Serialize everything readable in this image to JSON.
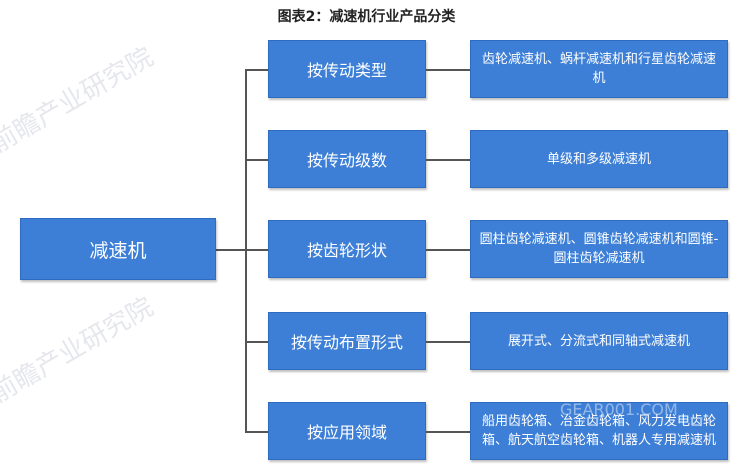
{
  "title": "图表2：减速机行业产品分类",
  "root": "减速机",
  "categories": [
    {
      "label": "按传动类型",
      "detail": "齿轮减速机、蜗杆减速机和行星齿轮减速机"
    },
    {
      "label": "按传动级数",
      "detail": "单级和多级减速机"
    },
    {
      "label": "按齿轮形状",
      "detail": "圆柱齿轮减速机、圆锥齿轮减速机和圆锥-圆柱齿轮减速机"
    },
    {
      "label": "按传动布置形式",
      "detail": "展开式、分流式和同轴式减速机"
    },
    {
      "label": "按应用领域",
      "detail": "船用齿轮箱、冶金齿轮箱、风力发电齿轮箱、航天航空齿轮箱、机器人专用减速机"
    }
  ],
  "watermarks": [
    "前瞻产业研究院",
    "GEAR001.COM"
  ]
}
